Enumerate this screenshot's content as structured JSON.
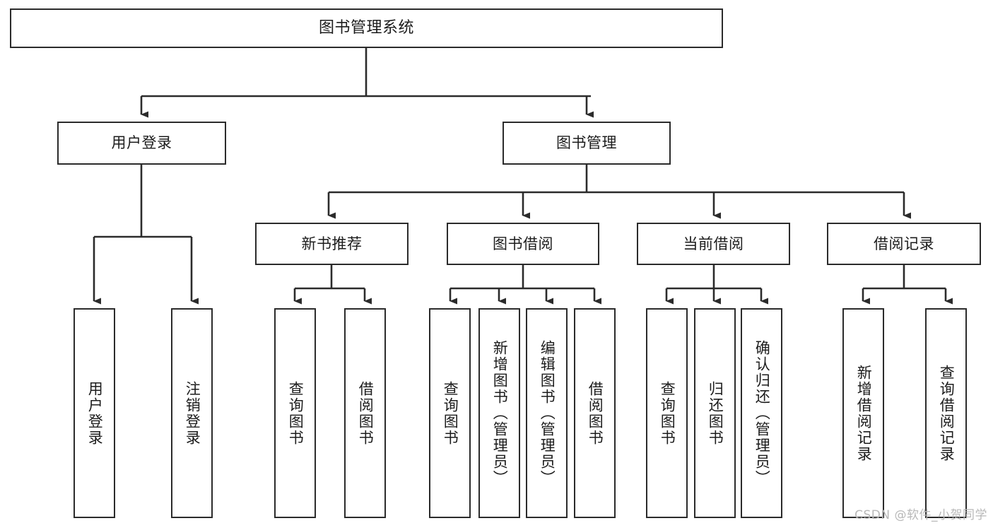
{
  "diagram": {
    "type": "tree-hierarchy-diagram",
    "title": "图书管理系统",
    "watermark": "CSDN @软件_小贺同学",
    "colors": {
      "box_stroke": "#2b2b2b",
      "box_fill": "#ffffff",
      "line": "#2b2b2b",
      "text": "#1c1c1c",
      "watermark": "#b8b8b8"
    },
    "root": {
      "label": "图书管理系统"
    },
    "level2": [
      {
        "label": "用户登录"
      },
      {
        "label": "图书管理"
      }
    ],
    "level3": [
      {
        "label": "新书推荐"
      },
      {
        "label": "图书借阅"
      },
      {
        "label": "当前借阅"
      },
      {
        "label": "借阅记录"
      }
    ],
    "leaves": {
      "user_login": [
        {
          "label": "用户登录"
        },
        {
          "label": "注销登录"
        }
      ],
      "new_book_recommend": [
        {
          "label": "查询图书"
        },
        {
          "label": "借阅图书"
        }
      ],
      "book_borrow": [
        {
          "label": "查询图书"
        },
        {
          "label": "新增图书（管理员）"
        },
        {
          "label": "编辑图书（管理员）"
        },
        {
          "label": "借阅图书"
        }
      ],
      "current_borrow": [
        {
          "label": "查询图书"
        },
        {
          "label": "归还图书"
        },
        {
          "label": "确认归还（管理员）"
        }
      ],
      "borrow_records": [
        {
          "label": "新增借阅记录"
        },
        {
          "label": "查询借阅记录"
        }
      ]
    }
  }
}
